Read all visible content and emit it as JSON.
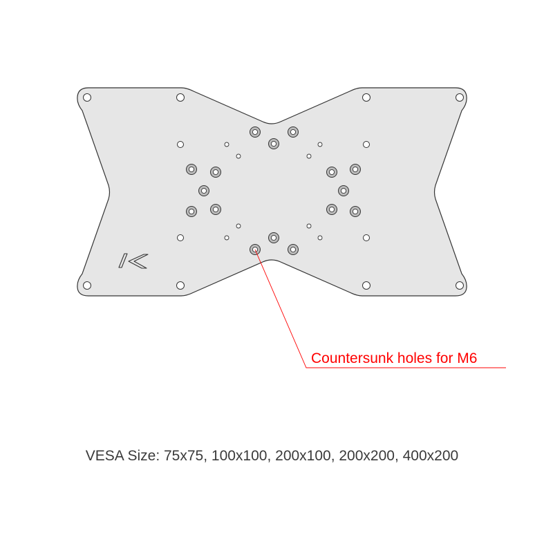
{
  "callout": {
    "label": "Countersunk holes for M6",
    "color": "#ff0000"
  },
  "caption": "VESA Size: 75x75, 100x100, 200x100, 200x200, 400x200",
  "plate": {
    "fill": "#e6e6e6",
    "stroke": "#333333",
    "logo": "K-logo"
  }
}
